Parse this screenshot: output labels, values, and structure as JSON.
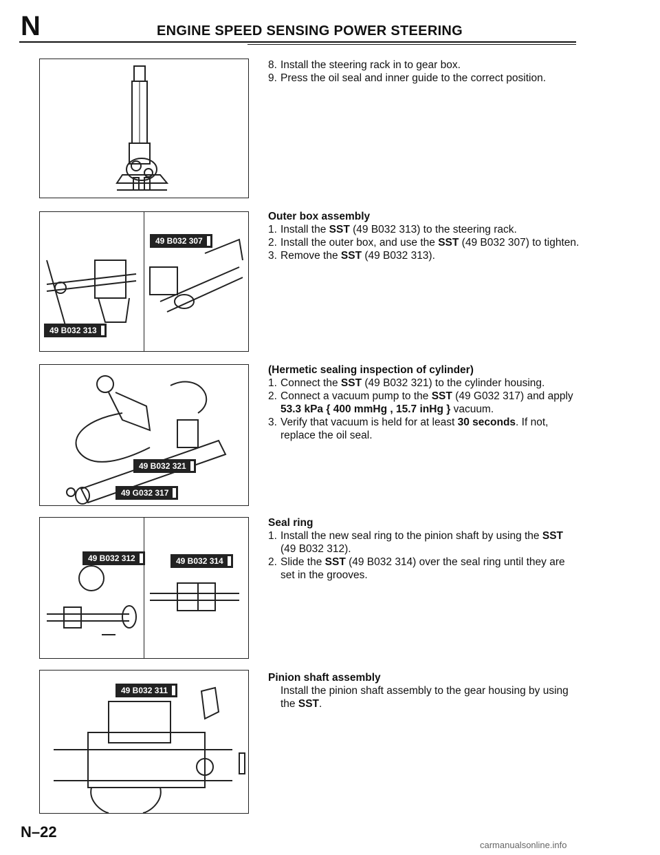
{
  "header": {
    "section_letter": "N",
    "title": "ENGINE SPEED SENSING POWER STEERING"
  },
  "steps_top": {
    "items": [
      {
        "num": "8.",
        "text": "Install the steering rack in to gear box."
      },
      {
        "num": "9.",
        "text": "Press the oil seal and inner guide to the correct position."
      }
    ]
  },
  "outer_box": {
    "heading": "Outer box assembly",
    "step1": {
      "num": "1.",
      "a": "Install the ",
      "sst": "SST",
      "b": " (49 B032 313) to the steering rack."
    },
    "step2": {
      "num": "2.",
      "a": "Install the outer box, and use the ",
      "sst": "SST",
      "b": " (49 B032 307) to tighten."
    },
    "step3": {
      "num": "3.",
      "a": "Remove the ",
      "sst": "SST",
      "b": " (49 B032 313)."
    },
    "tags": {
      "left": "49 B032 313",
      "right": "49 B032 307"
    }
  },
  "hermetic": {
    "heading": "(Hermetic sealing inspection of cylinder)",
    "step1": {
      "num": "1.",
      "a": "Connect the ",
      "sst": "SST",
      "b": " (49 B032 321) to the cylinder housing."
    },
    "step2": {
      "num": "2.",
      "a": "Connect a vacuum pump to the ",
      "sst": "SST",
      "b": " (49 G032 317) and apply ",
      "spec": "53.3 kPa { 400 mmHg , 15.7 inHg }",
      "c": " vacuum."
    },
    "step3": {
      "num": "3.",
      "a": "Verify that vacuum is held for at least ",
      "time": "30 seconds",
      "b": ". If not, replace the oil seal."
    },
    "tags": {
      "upper": "49 B032 321",
      "lower": "49 G032 317"
    }
  },
  "seal_ring": {
    "heading": "Seal ring",
    "step1": {
      "num": "1.",
      "a": "Install the new seal ring to the pinion shaft by using the ",
      "sst": "SST",
      "b": " (49 B032 312)."
    },
    "step2": {
      "num": "2.",
      "a": "Slide the ",
      "sst": "SST",
      "b": " (49 B032 314) over the seal ring until they are set in the grooves."
    },
    "tags": {
      "left": "49 B032 312",
      "right": "49 B032 314"
    }
  },
  "pinion": {
    "heading": "Pinion shaft assembly",
    "a": "Install the pinion shaft assembly to the gear housing by using the ",
    "sst": "SST",
    "b": ".",
    "tag": "49 B032 311"
  },
  "footer": {
    "page_number": "N–22",
    "watermark": "carmanualsonline.info"
  }
}
